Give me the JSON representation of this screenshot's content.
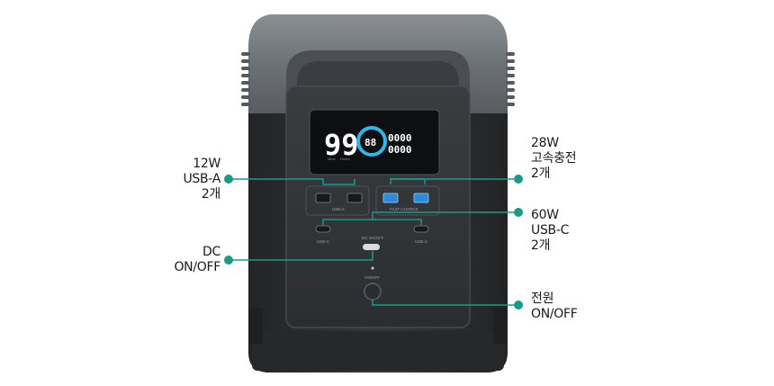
{
  "colors": {
    "accent": "#1a9a8a",
    "lcd_cyan": "#31b7e6",
    "body_dark": "#2e3134",
    "handle_grey": "#6f7478",
    "usb_blue": "#2f8ad8"
  },
  "device": {
    "display": {
      "battery_percent": "99",
      "ring_value": "88",
      "digit_rows": [
        "0000",
        "0000"
      ],
      "under_labels": [
        "Mins",
        "Hours"
      ]
    },
    "ports": {
      "usb_a_label": "USB-A",
      "fast_charge_label": "FAST CHARGE",
      "usb_c_left_label": "USB-C",
      "usb_c_right_label": "USB-C",
      "dc_label": "DC ON/OFF",
      "power_label": "ON/OFF"
    }
  },
  "callouts": {
    "usb_a": {
      "lines": [
        "12W",
        "USB-A",
        "2개"
      ]
    },
    "fast_charge": {
      "lines": [
        "28W",
        "고속충전",
        "2개"
      ]
    },
    "usb_c": {
      "lines": [
        "60W",
        "USB-C",
        "2개"
      ]
    },
    "dc": {
      "lines": [
        "DC",
        "ON/OFF"
      ]
    },
    "power": {
      "lines": [
        "전원",
        "ON/OFF"
      ]
    }
  }
}
